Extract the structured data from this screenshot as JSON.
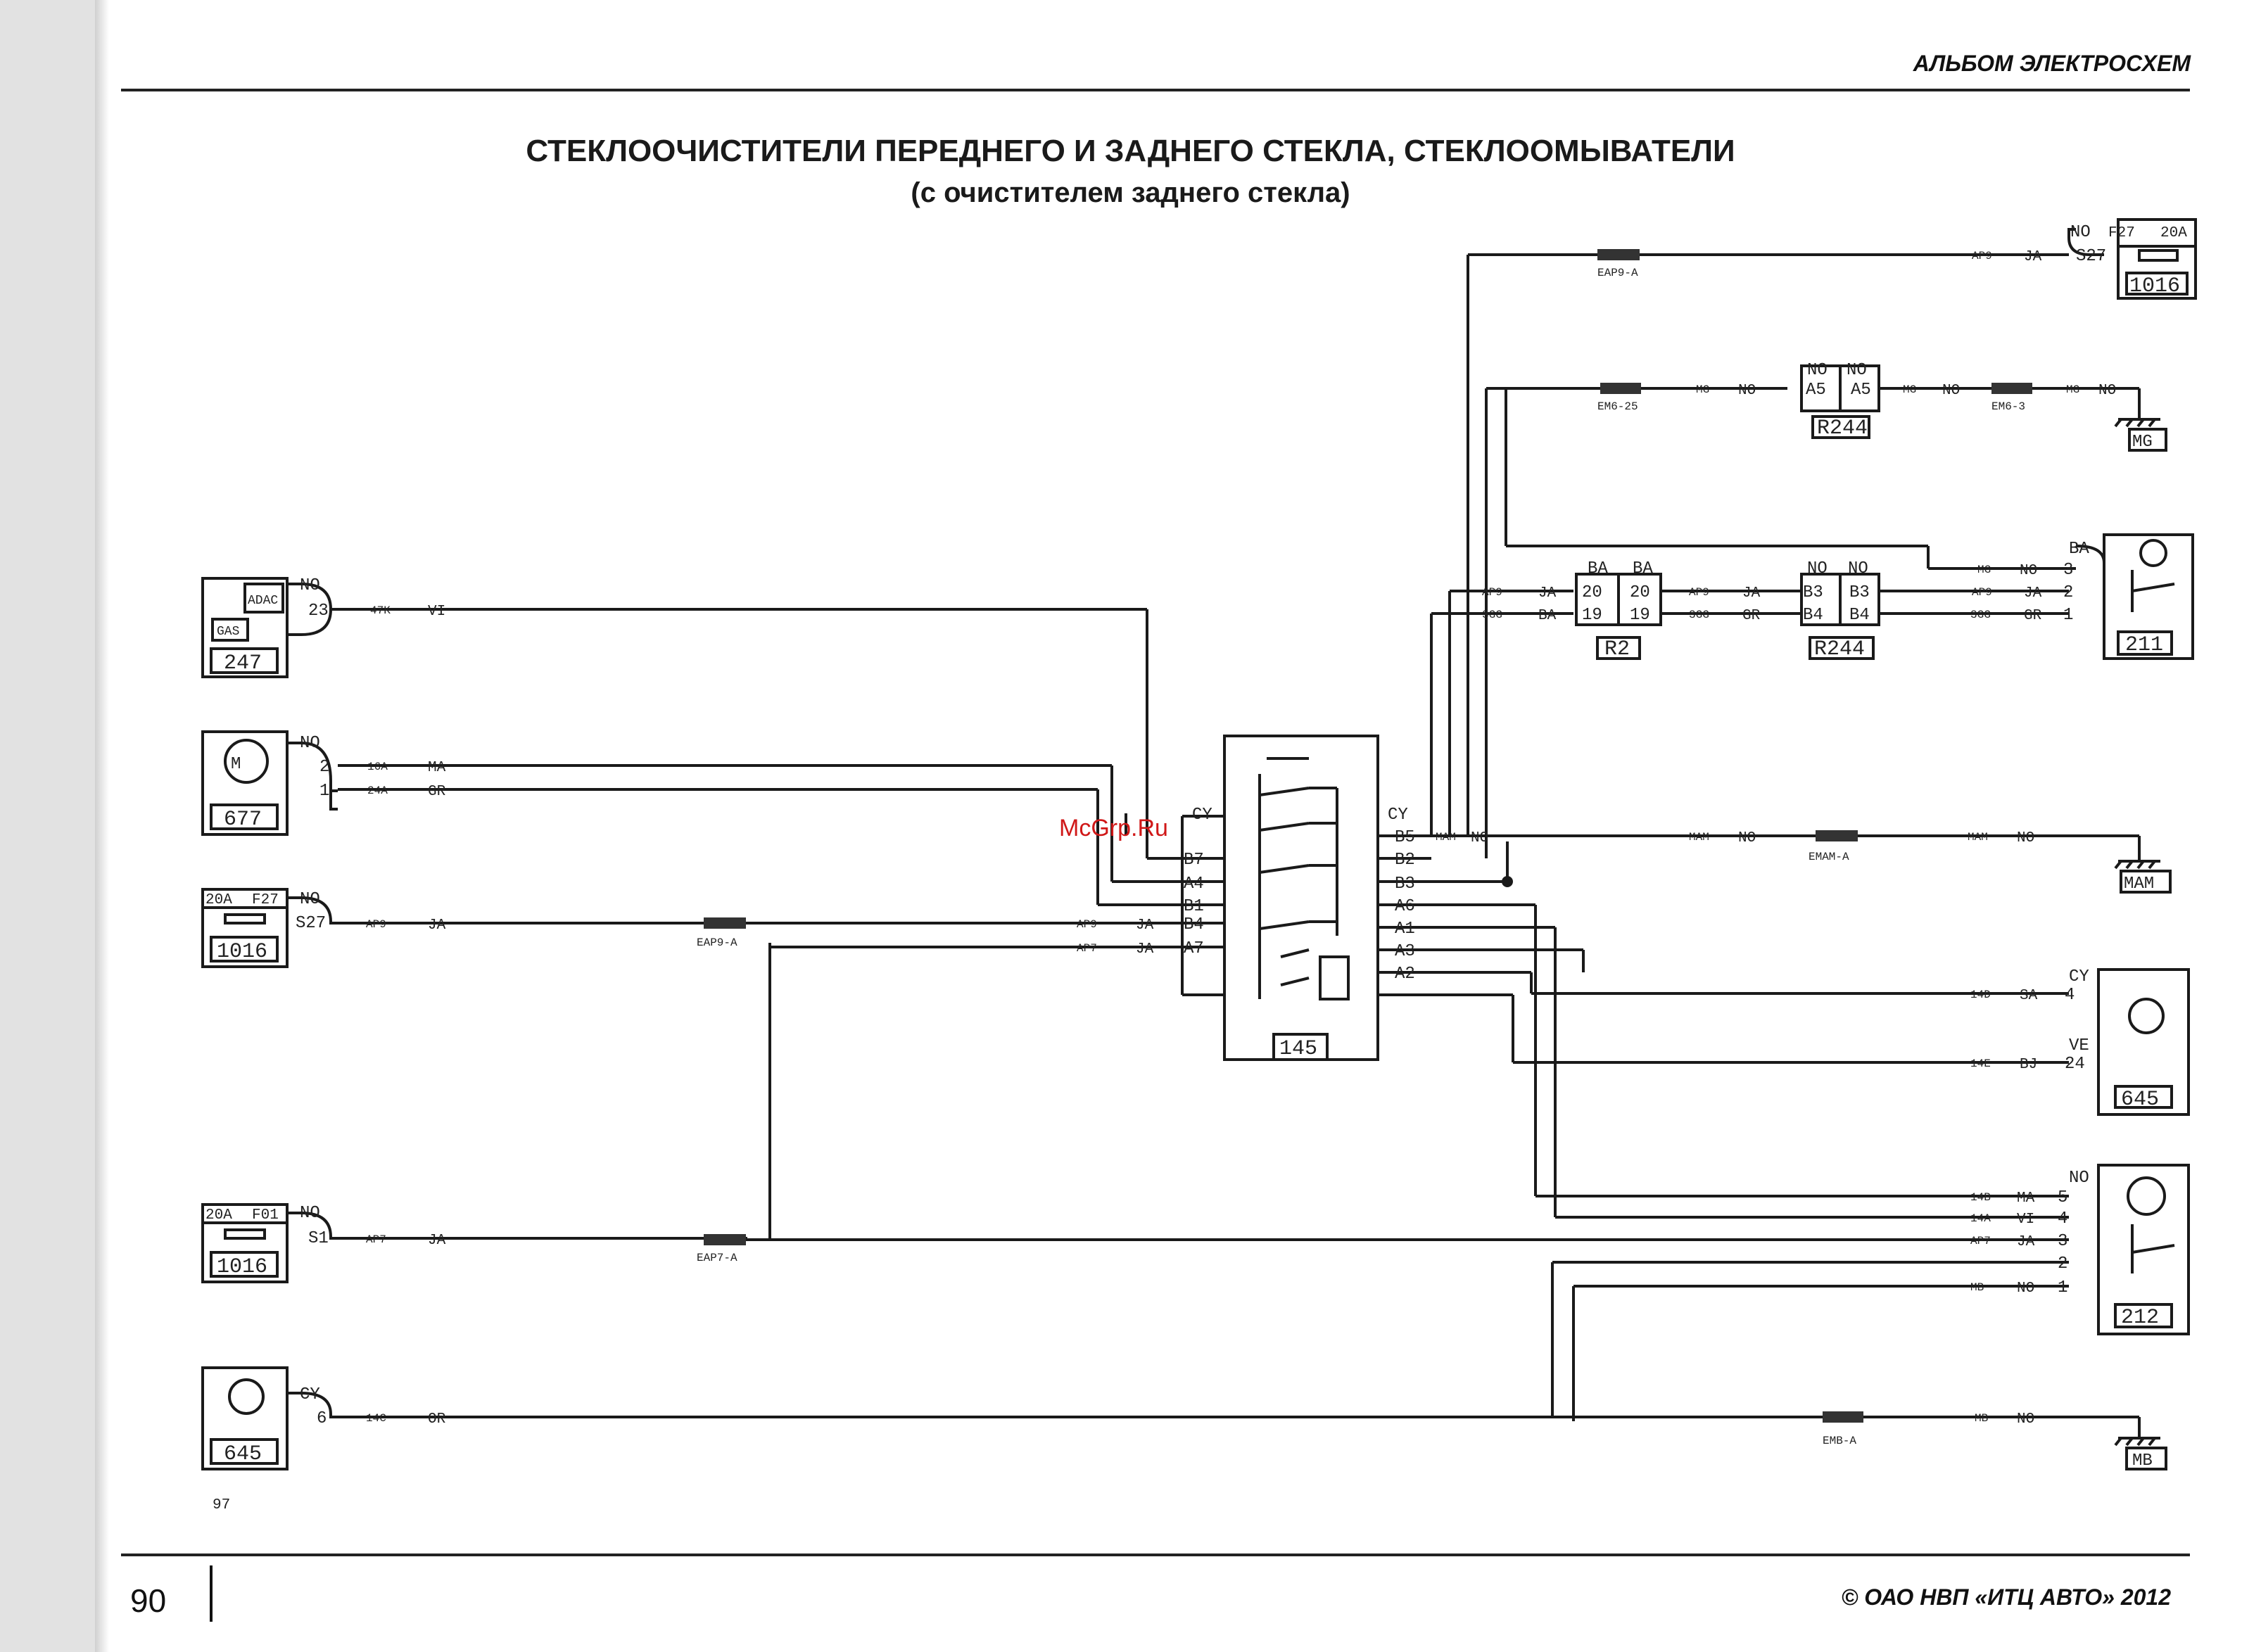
{
  "header": {
    "album_title": "АЛЬБОМ ЭЛЕКТРОСХЕМ"
  },
  "title": {
    "main": "СТЕКЛООЧИСТИТЕЛИ ПЕРЕДНЕГО И ЗАДНЕГО СТЕКЛА, СТЕКЛООМЫВАТЕЛИ",
    "sub": "(с очистителем заднего стекла)"
  },
  "watermark": "McGrp.Ru",
  "footer": {
    "page_number": "90",
    "copyright": "© ОАО НВП «ИТЦ АВТО» 2012"
  },
  "figure_number": "97",
  "colors": {
    "ink": "#222222",
    "wire": "#1a1a1a",
    "watermark": "#d01818"
  },
  "components": {
    "c247": {
      "id": "247",
      "pin_group": "NO",
      "pin": "23",
      "wire_code": "47K",
      "wire_color": "VI",
      "icons": [
        "ADAC",
        "GAS"
      ]
    },
    "c677": {
      "id": "677",
      "pin_group": "NO",
      "pins": [
        "2",
        "1"
      ],
      "wire_codes": [
        "16A",
        "24A"
      ],
      "wire_colors": [
        "MA",
        "GR"
      ]
    },
    "c1016a": {
      "id": "1016",
      "fuse": "20A",
      "fuse_id": "F27",
      "pin_group": "NO",
      "pin": "S27",
      "wire_code": "AP9",
      "wire_color": "JA"
    },
    "c1016b": {
      "id": "1016",
      "fuse": "20A",
      "fuse_id": "F01",
      "pin_group": "NO",
      "pin": "S1",
      "wire_code": "AP7",
      "wire_color": "JA"
    },
    "c645a": {
      "id": "645",
      "pin_group": "CY",
      "pin": "6",
      "wire_code": "14C",
      "wire_color": "OR"
    },
    "c145": {
      "id": "145",
      "left_group": "CY",
      "right_group": "CY",
      "left_pins": [
        "B7",
        "A4",
        "B1",
        "B4",
        "A7"
      ],
      "right_pins": [
        "B5",
        "B2",
        "B3",
        "A6",
        "A1",
        "A3",
        "A2"
      ],
      "b4_code": "AP9",
      "b4_color": "JA",
      "a7_code": "AP7",
      "a7_color": "JA",
      "b5_code": "MAM",
      "b5_color": "NO"
    },
    "c1016c": {
      "id": "1016",
      "fuse": "20A",
      "fuse_id": "F27",
      "pin_group": "NO",
      "pin": "S27",
      "wire_code": "AP9",
      "wire_color": "JA"
    },
    "r244a": {
      "id": "R244",
      "pin_group": "NO",
      "pin": "A5"
    },
    "r2": {
      "id": "R2",
      "pin_group": "BA",
      "pins": [
        "20",
        "19"
      ]
    },
    "r244b": {
      "id": "R244",
      "pin_group": "NO",
      "pins": [
        "B3",
        "B4"
      ]
    },
    "c211": {
      "id": "211",
      "pin_group": "BA",
      "pins": [
        "3",
        "2",
        "1"
      ]
    },
    "c645b": {
      "id": "645",
      "groups": [
        "CY",
        "VE"
      ],
      "pins": [
        "4",
        "24"
      ],
      "wire_codes": [
        "14D",
        "14E"
      ],
      "wire_colors": [
        "SA",
        "BJ"
      ]
    },
    "c212": {
      "id": "212",
      "pin_group": "NO",
      "pins": [
        "5",
        "4",
        "3",
        "2",
        "1"
      ],
      "wire_codes": [
        "14B",
        "14A",
        "AP7",
        "MB"
      ],
      "wire_colors": [
        "MA",
        "VI",
        "JA",
        "NO"
      ]
    }
  },
  "grounds": {
    "mg": "MG",
    "mam": "MAM",
    "mb": "MB"
  },
  "splices": {
    "eap9_top": "EAP9-A",
    "em6_25": "EM6-25",
    "em6_3": "EM6-3",
    "emam": "EMAM-A",
    "eap9_left": "EAP9-A",
    "eap7": "EAP7-A",
    "emb": "EMB-A"
  },
  "wires": {
    "ap9": "AP9",
    "ja": "JA",
    "no": "NO",
    "mg": "MG",
    "ba": "BA",
    "gr": "GR",
    "w3gg": "3GG",
    "mam": "MAM",
    "mb": "MB"
  }
}
